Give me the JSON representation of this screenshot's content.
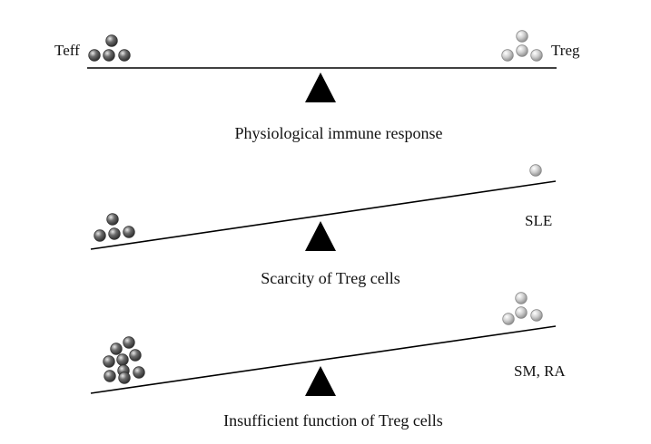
{
  "panels": [
    {
      "left_label": "Teff",
      "right_label": "Treg",
      "condition_label": "",
      "caption": "Physiological immune response",
      "teff_cells": 4,
      "treg_cells": 4
    },
    {
      "left_label": "",
      "right_label": "",
      "condition_label": "SLE",
      "caption": "Scarcity of Treg cells",
      "teff_cells": 4,
      "treg_cells": 1
    },
    {
      "left_label": "",
      "right_label": "",
      "condition_label": "SM, RA",
      "caption": "Insufficient function of Treg cells",
      "teff_cells": 9,
      "treg_cells": 4
    }
  ],
  "colors": {
    "teff_cell": "#5a5a5a",
    "treg_cell": "#c4c4c4",
    "beam": "#000000",
    "fulcrum": "#000000"
  }
}
